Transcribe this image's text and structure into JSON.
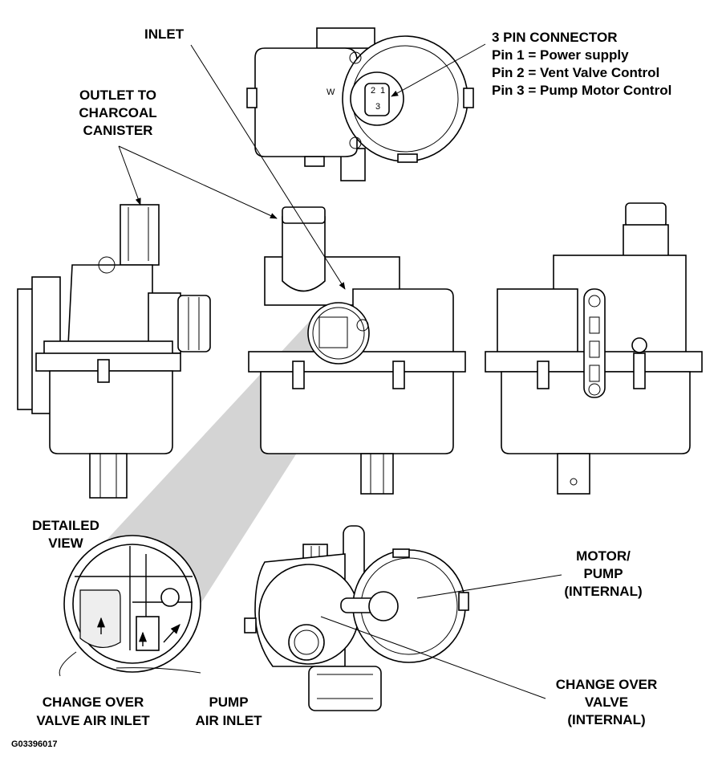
{
  "labels": {
    "inlet": "INLET",
    "connector_title": "3 PIN CONNECTOR",
    "pin1": "Pin 1 = Power supply",
    "pin2": "Pin 2 = Vent Valve Control",
    "pin3": "Pin 3 = Pump Motor Control",
    "outlet_line1": "OUTLET TO",
    "outlet_line2": "CHARCOAL",
    "outlet_line3": "CANISTER",
    "detailed_line1": "DETAILED",
    "detailed_line2": "VIEW",
    "motor_line1": "MOTOR/",
    "motor_line2": "PUMP",
    "motor_line3": "(INTERNAL)",
    "cov_air_line1": "CHANGE OVER",
    "cov_air_line2": "VALVE AIR INLET",
    "pump_air_line1": "PUMP",
    "pump_air_line2": "AIR INLET",
    "cov_int_line1": "CHANGE OVER",
    "cov_int_line2": "VALVE",
    "cov_int_line3": "(INTERNAL)",
    "figure_id": "G03396017"
  },
  "connector_marks": {
    "pin_2": "2",
    "pin_1": "1",
    "pin_3": "3",
    "housing_mark": "W"
  }
}
